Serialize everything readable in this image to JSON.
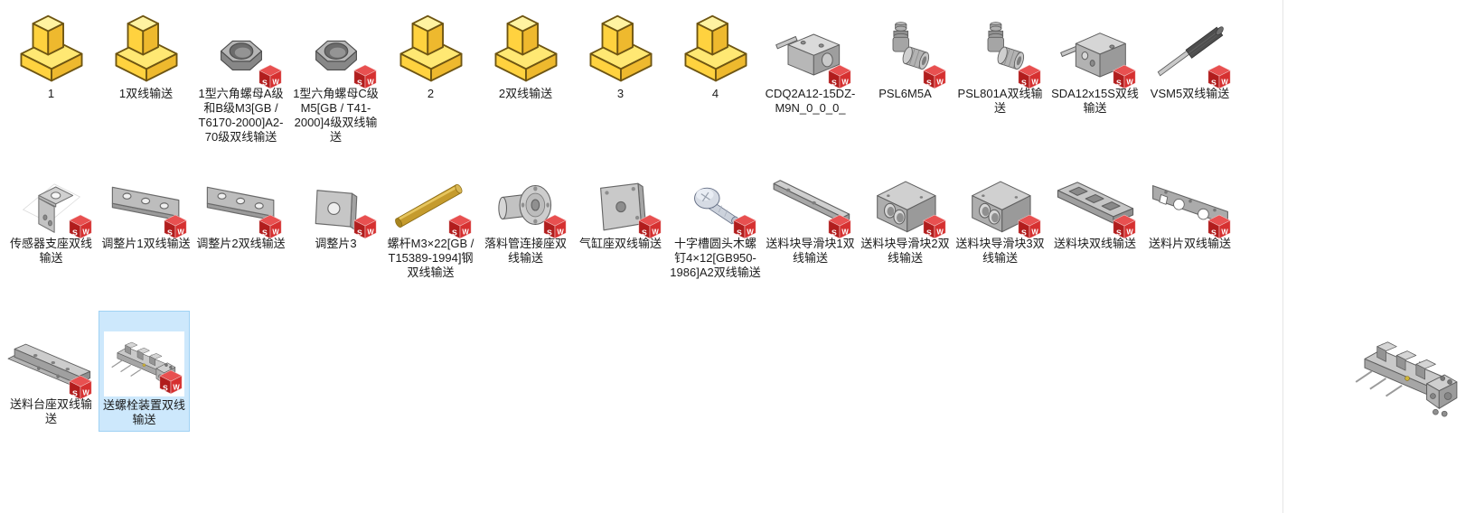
{
  "window": {
    "background": "#ffffff"
  },
  "colors": {
    "selection_fill": "#cde8fc",
    "selection_border": "#a0d2f4",
    "sw_badge_red": "#cc2222",
    "part_yellow": "#ffd84d",
    "divider_gray": "#e5e5e5"
  },
  "rows": [
    {
      "items": [
        {
          "label": "1",
          "icon": "yellow-block",
          "sw_badge": false,
          "selected": false
        },
        {
          "label": "1双线输送",
          "icon": "yellow-block",
          "sw_badge": false,
          "selected": false
        },
        {
          "label": "1型六角螺母A级和B级M3[GB / T6170-2000]A2-70级双线输送",
          "icon": "hex-nut",
          "sw_badge": true,
          "selected": false
        },
        {
          "label": "1型六角螺母C级M5[GB / T41-2000]4级双线输送",
          "icon": "hex-nut",
          "sw_badge": true,
          "selected": false
        },
        {
          "label": "2",
          "icon": "yellow-block",
          "sw_badge": false,
          "selected": false
        },
        {
          "label": "2双线输送",
          "icon": "yellow-block",
          "sw_badge": false,
          "selected": false
        },
        {
          "label": "3",
          "icon": "yellow-block",
          "sw_badge": false,
          "selected": false
        },
        {
          "label": "4",
          "icon": "yellow-block",
          "sw_badge": false,
          "selected": false
        },
        {
          "label": "CDQ2A12-15DZ-M9N_0_0_0_",
          "icon": "compact-cylinder",
          "sw_badge": true,
          "selected": false
        },
        {
          "label": "PSL6M5A",
          "icon": "elbow-fitting",
          "sw_badge": true,
          "selected": false
        },
        {
          "label": "PSL801A双线输送",
          "icon": "elbow-fitting",
          "sw_badge": true,
          "selected": false
        },
        {
          "label": "SDA12x15S双线输送",
          "icon": "compact-cylinder-2",
          "sw_badge": true,
          "selected": false
        },
        {
          "label": "VSM5双线输送",
          "icon": "pin-rod",
          "sw_badge": true,
          "selected": false
        }
      ]
    },
    {
      "items": [
        {
          "label": "传感器支座双线输送",
          "icon": "l-bracket",
          "sw_badge": true,
          "selected": false
        },
        {
          "label": "调整片1双线输送",
          "icon": "plate-3holes",
          "sw_badge": true,
          "selected": false
        },
        {
          "label": "调整片2双线输送",
          "icon": "plate-3holes",
          "sw_badge": true,
          "selected": false
        },
        {
          "label": "调整片3",
          "icon": "plate-1hole",
          "sw_badge": true,
          "selected": false
        },
        {
          "label": "螺杆M3×22[GB / T15389-1994]钢双线输送",
          "icon": "brass-rod",
          "sw_badge": true,
          "selected": false
        },
        {
          "label": "落料管连接座双线输送",
          "icon": "flange-bushing",
          "sw_badge": true,
          "selected": false
        },
        {
          "label": "气缸座双线输送",
          "icon": "cylinder-plate",
          "sw_badge": true,
          "selected": false
        },
        {
          "label": "十字槽圆头木螺钉4×12[GB950-1986]A2双线输送",
          "icon": "round-head-screw",
          "sw_badge": true,
          "selected": false
        },
        {
          "label": "送料块导滑块1双线输送",
          "icon": "slide-bar",
          "sw_badge": true,
          "selected": false
        },
        {
          "label": "送料块导滑块2双线输送",
          "icon": "block-2holes",
          "sw_badge": true,
          "selected": false
        },
        {
          "label": "送料块导滑块3双线输送",
          "icon": "block-2holes",
          "sw_badge": true,
          "selected": false
        },
        {
          "label": "送料块双线输送",
          "icon": "slotted-block",
          "sw_badge": true,
          "selected": false
        },
        {
          "label": "送料片双线输送",
          "icon": "profile-plate",
          "sw_badge": true,
          "selected": false
        }
      ]
    },
    {
      "items": [
        {
          "label": "送料台座双线输送",
          "icon": "feed-rail",
          "sw_badge": true,
          "selected": false
        },
        {
          "label": "送螺栓装置双线输送",
          "icon": "bolt-feeder-assembly",
          "sw_badge": true,
          "selected": true
        }
      ]
    }
  ],
  "preview": {
    "icon": "bolt-feeder-assembly"
  }
}
